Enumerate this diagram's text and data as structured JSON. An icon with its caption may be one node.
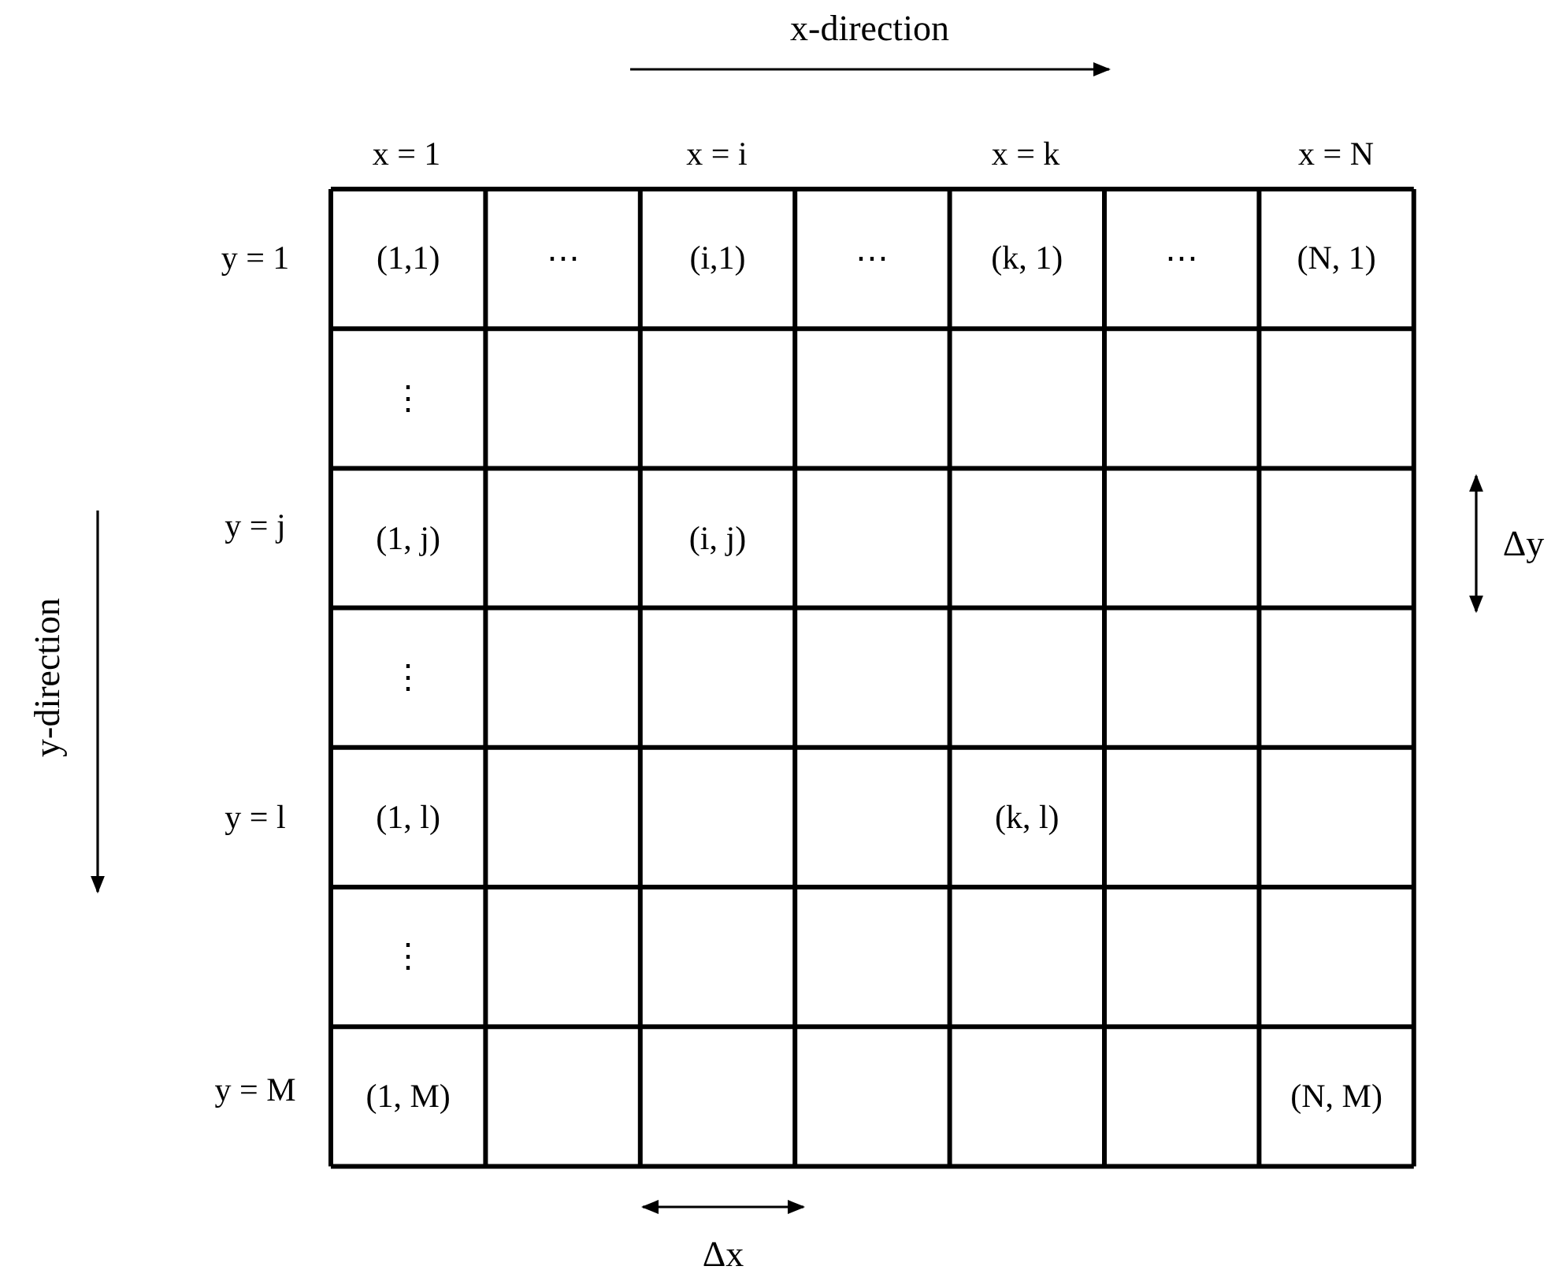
{
  "diagram": {
    "labels": [
      "x-direction",
      "x = 1",
      "x = i",
      "x = k",
      "x = N",
      "y = 1",
      "(1,1)",
      "⋯",
      "(i,1)",
      "⋯",
      "(k, 1)",
      "⋯",
      "(N, 1)",
      "⋮",
      "y-direction",
      "y = j",
      "(1, j)",
      "(i, j)",
      "Δy",
      "⋮",
      "y = l",
      "(1, l)",
      "(k, l)",
      "⋮",
      "y = M",
      "(1, M)",
      "(N, M)",
      "Δx"
    ]
  }
}
